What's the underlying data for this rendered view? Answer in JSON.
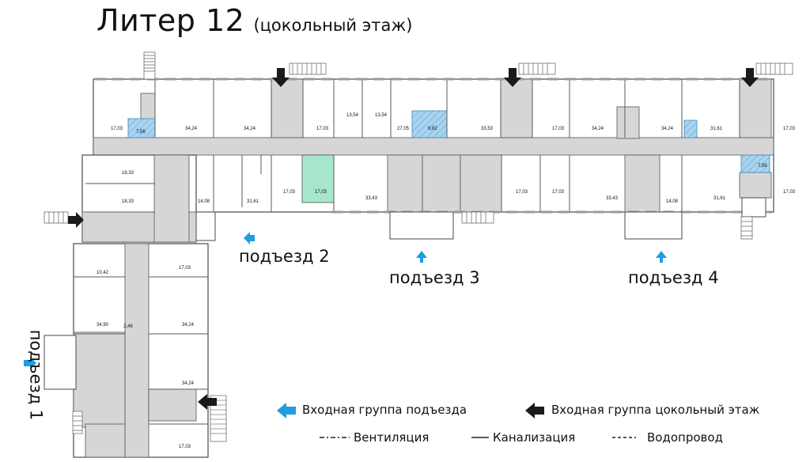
{
  "title": {
    "main": "Литер 12",
    "sub": "(цокольный этаж)"
  },
  "entrances": {
    "e1": "подъезд 1",
    "e2": "подъезд 2",
    "e3": "подъезд 3",
    "e4": "подъезд 4"
  },
  "legend": {
    "entrance_group": "Входная группа подъезда",
    "basement_entrance": "Входная группа цокольный этаж",
    "ventilation": "Вентиляция",
    "sewage": "Канализация",
    "water": "Водопровод"
  },
  "areas": {
    "a1": "17,03",
    "a2": "7,56",
    "a3": "34,24",
    "a4": "34,24",
    "a5": "17,03",
    "a6": "13,54",
    "a7": "13,54",
    "a8": "27,05",
    "a9": "9,82",
    "a10": "33,53",
    "a11": "17,03",
    "a12": "34,24",
    "a13": "34,24",
    "a14": "31,61",
    "a15": "17,03",
    "a16": "18,33",
    "a17": "18,33",
    "a18": "14,08",
    "a19": "31,61",
    "a20": "17,03",
    "a21": "17,03",
    "a22": "33,43",
    "a23": "17,03",
    "a24": "17,03",
    "a25": "33,43",
    "a26": "14,08",
    "a27": "31,61",
    "a28": "7,56",
    "a29": "17,03",
    "a30": "10,42",
    "a31": "17,03",
    "a32": "34,90",
    "a33": "2,46",
    "a34": "34,24",
    "a35": "34,24",
    "a36": "17,03"
  },
  "colors": {
    "shaded": "#d6d6d6",
    "wall": "#4a4a4a",
    "bath_blue": "#a9d3ef",
    "green_room": "#a6e6cc",
    "accent_arrow": "#1f9de0",
    "dark_arrow": "#1a1a1a"
  }
}
